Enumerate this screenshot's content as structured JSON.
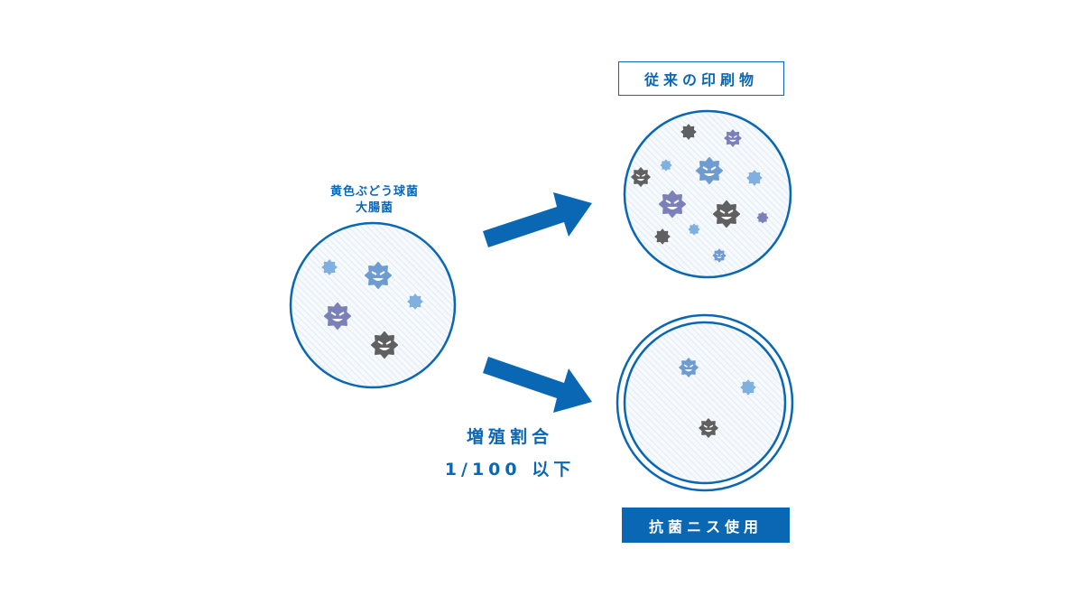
{
  "source": {
    "label_line1": "黄色ぶどう球菌",
    "label_line2": "大腸菌"
  },
  "conventional": {
    "label": "従来の印刷物"
  },
  "antibacterial": {
    "label": "抗菌ニス使用"
  },
  "growth_rate": {
    "line1": "増殖割合",
    "line2": "1/100 以下"
  },
  "colors": {
    "brand": "#0a67b4",
    "light_germ": "#7fb0e0",
    "mid_germ": "#6e9bd0",
    "purple_germ": "#7b80b8",
    "gray_germ": "#606060",
    "dish_fill": "#eef4fa"
  }
}
